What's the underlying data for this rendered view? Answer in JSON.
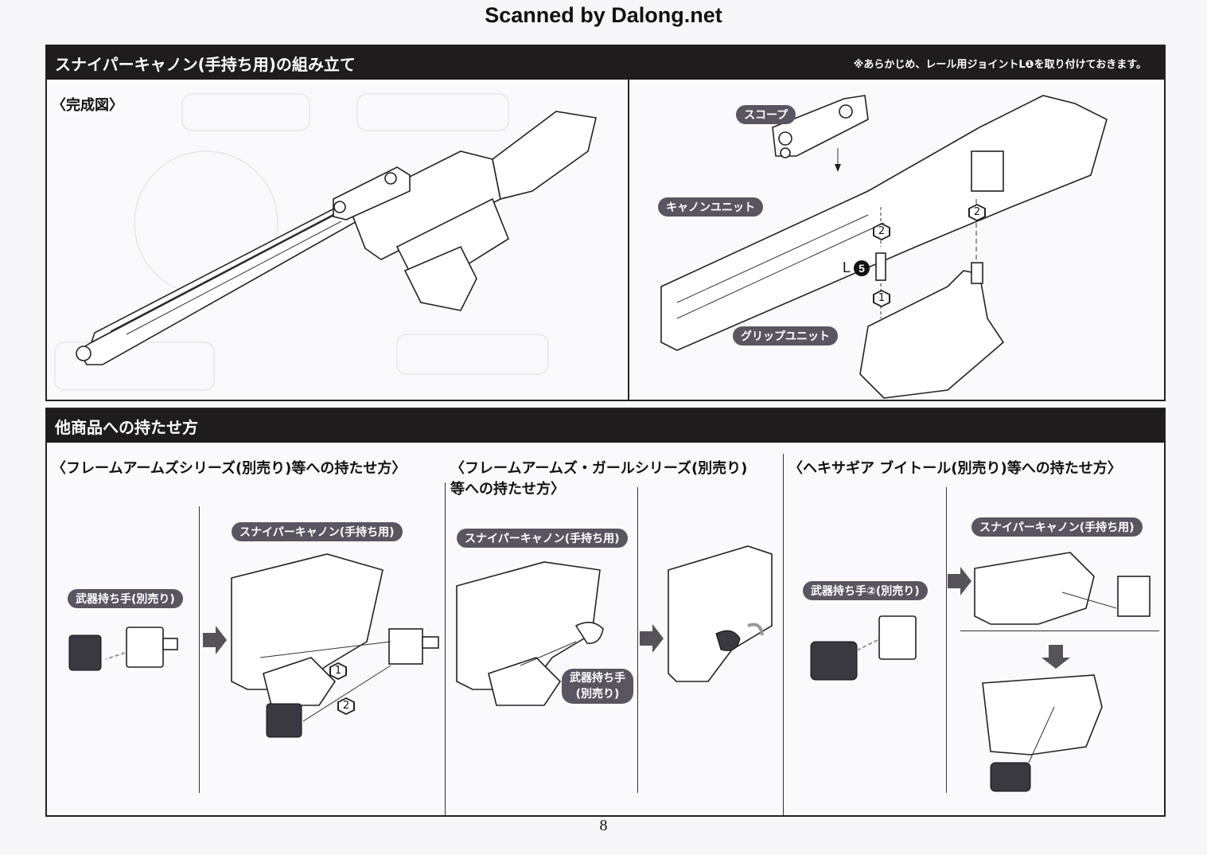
{
  "watermark": "Scanned by Dalong.net",
  "assembly": {
    "title": "スナイパーキャノン(手持ち用)の組み立て",
    "note": "※あらかじめ、レール用ジョイントL❶を取り付けておきます。",
    "completed_label": "〈完成図〉",
    "parts": {
      "scope": "スコープ",
      "cannon_unit": "キャノンユニット",
      "grip_unit": "グリップユニット",
      "joint_part_letter": "L",
      "joint_part_number": "5"
    },
    "steps": [
      "2",
      "2",
      "1"
    ]
  },
  "other_products": {
    "title": "他商品への持たせ方",
    "columns": [
      {
        "heading": "〈フレームアームズシリーズ(別売り)等への持たせ方〉",
        "hand_label": "武器持ち手(別売り)",
        "weapon_label": "スナイパーキャノン(手持ち用)",
        "steps": [
          "1",
          "2"
        ]
      },
      {
        "heading_line1": "〈フレームアームズ・ガールシリーズ(別売り)",
        "heading_line2": "等への持たせ方〉",
        "weapon_label": "スナイパーキャノン(手持ち用)",
        "hand_label_line1": "武器持ち手",
        "hand_label_line2": "(別売り)"
      },
      {
        "heading": "〈ヘキサギア ブイトール(別売り)等への持たせ方〉",
        "hand_label": "武器持ち手②(別売り)",
        "weapon_label": "スナイパーキャノン(手持ち用)"
      }
    ]
  },
  "page_number": "8"
}
